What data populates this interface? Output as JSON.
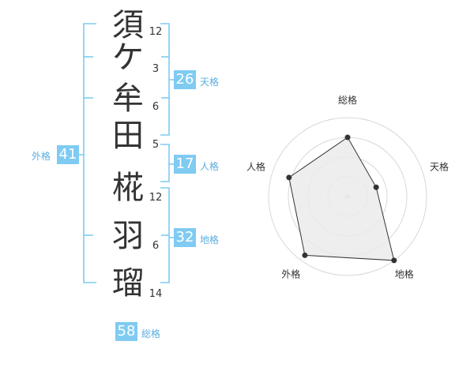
{
  "characters": [
    {
      "char": "須",
      "strokes": "12"
    },
    {
      "char": "ケ",
      "strokes": "3"
    },
    {
      "char": "牟",
      "strokes": "6"
    },
    {
      "char": "田",
      "strokes": "5"
    },
    {
      "char": "椛",
      "strokes": "12"
    },
    {
      "char": "羽",
      "strokes": "6"
    },
    {
      "char": "瑠",
      "strokes": "14"
    }
  ],
  "kaku": {
    "tenkaku": {
      "value": "26",
      "label": "天格"
    },
    "jinkaku": {
      "value": "17",
      "label": "人格"
    },
    "chikaku": {
      "value": "32",
      "label": "地格"
    },
    "gaikaku": {
      "value": "41",
      "label": "外格"
    },
    "soukaku": {
      "value": "58",
      "label": "総格"
    }
  },
  "chart_data": {
    "type": "radar",
    "axes": [
      "総格",
      "天格",
      "地格",
      "外格",
      "人格"
    ],
    "values": [
      0.75,
      0.38,
      1.0,
      0.92,
      0.78
    ],
    "rings": 4,
    "colors": {
      "fill": "#ebebeb",
      "line": "#333333",
      "grid": "#d8d8d8",
      "accent": "#7fcbf2"
    }
  }
}
